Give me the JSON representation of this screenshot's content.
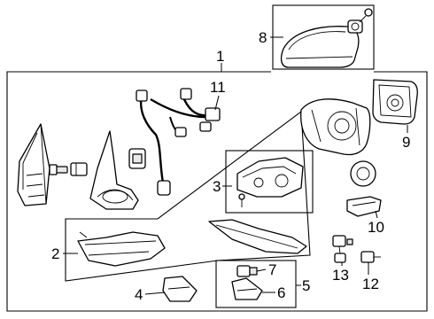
{
  "callouts": [
    {
      "id": "1",
      "text": "1"
    },
    {
      "id": "2",
      "text": "2"
    },
    {
      "id": "3",
      "text": "3"
    },
    {
      "id": "4",
      "text": "4"
    },
    {
      "id": "5",
      "text": "5"
    },
    {
      "id": "6",
      "text": "6"
    },
    {
      "id": "7",
      "text": "7"
    },
    {
      "id": "8",
      "text": "8"
    },
    {
      "id": "9",
      "text": "9"
    },
    {
      "id": "10",
      "text": "10"
    },
    {
      "id": "11",
      "text": "11"
    },
    {
      "id": "12",
      "text": "12"
    },
    {
      "id": "13",
      "text": "13"
    }
  ],
  "colors": {
    "line": "#000000",
    "background": "#ffffff",
    "shade": "#e9e9e9"
  }
}
